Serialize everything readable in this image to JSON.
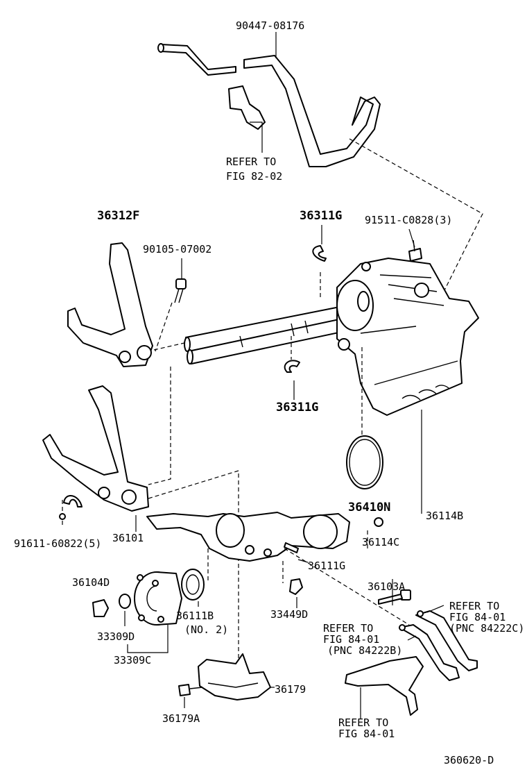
{
  "diagram": {
    "labels": {
      "p90447_08176": "90447-08176",
      "refer_fig_82_02_line1": "REFER TO",
      "refer_fig_82_02_line2": "FIG 82-02",
      "p36312F": "36312F",
      "p90105_07002": "90105-07002",
      "p36311G_top": "36311G",
      "p91511_C0828": "91511-C0828(3)",
      "p36311G_mid": "36311G",
      "p36410N": "36410N",
      "p36114B": "36114B",
      "p91611_60822": "91611-60822(5)",
      "p36101": "36101",
      "p36114C": "36114C",
      "p36104D": "36104D",
      "p36111G": "36111G",
      "p36103A": "36103A",
      "p33309D": "33309D",
      "p36111B": "36111B",
      "p36111B_no2": "(NO. 2)",
      "p33449D": "33449D",
      "p33309C": "33309C",
      "refer_84222C_line1": "REFER TO",
      "refer_84222C_line2": "FIG 84-01",
      "refer_84222C_line3": "(PNC 84222C)",
      "refer_84222B_line1": "REFER TO",
      "refer_84222B_line2": "FIG 84-01",
      "refer_84222B_line3": "(PNC 84222B)",
      "p36179": "36179",
      "p36179A": "36179A",
      "refer_fig_84_01_line1": "REFER TO",
      "refer_fig_84_01_line2": "FIG 84-01",
      "figure_code": "360620-D"
    }
  }
}
